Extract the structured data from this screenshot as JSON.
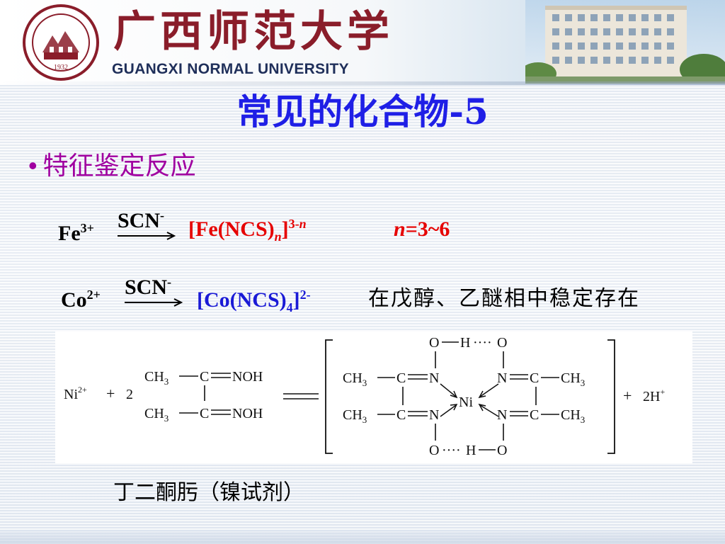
{
  "header": {
    "university_cn": "广西师范大学",
    "university_en": "GUANGXI NORMAL UNIVERSITY",
    "logo_year": "1932"
  },
  "slide": {
    "title": "常见的化合物-5",
    "bullet": "特征鉴定反应",
    "bullet_marker": "•"
  },
  "reaction_fe": {
    "reactant": "Fe",
    "reactant_charge": "3+",
    "reagent": "SCN",
    "reagent_charge": "-",
    "product_open": "[Fe(NCS)",
    "product_sub": "n",
    "product_close": "]",
    "product_charge_num": "3-",
    "product_charge_n": "n",
    "condition_var": "n",
    "condition_value": "=3~6"
  },
  "reaction_co": {
    "reactant": "Co",
    "reactant_charge": "2+",
    "reagent": "SCN",
    "reagent_charge": "-",
    "product_open": "[Co(NCS)",
    "product_sub": "4",
    "product_close": "]",
    "product_charge": "2-",
    "note": "在戊醇、乙醚相中稳定存在"
  },
  "reaction_ni": {
    "ion": "Ni",
    "ion_charge": "2+",
    "plus": "+",
    "coefficient": "2",
    "ligand_ch3": "CH",
    "ligand_sub3": "3",
    "ligand_c": "C",
    "ligand_noh": "NOH",
    "bond_dash": "—",
    "bond_double": "═",
    "equals": "═══",
    "complex_o": "O",
    "complex_h": "H",
    "complex_dots": "····",
    "complex_dash": "—",
    "complex_n": "N",
    "complex_ni": "Ni",
    "product_plus": "+",
    "product_h": "2H",
    "product_h_charge": "+"
  },
  "caption": "丁二酮肟（镍试剂）"
}
